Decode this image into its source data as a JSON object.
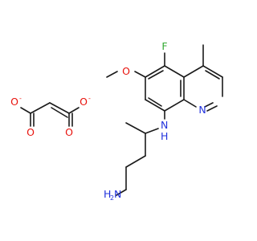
{
  "colors": {
    "bond": "#1a1a1a",
    "oxygen": "#e8120c",
    "nitrogen": "#2233dd",
    "fluorine": "#33aa33",
    "carbon": "#1a1a1a"
  },
  "labels": {
    "fluorine": "F",
    "methoxy_oxygen": "O",
    "ring_nitrogen": "N",
    "amine_n": "N",
    "amine_h": "H",
    "primary_amine_h2": "H",
    "primary_amine_2": "2",
    "primary_amine_n": "N",
    "carboxylate_o1_double": "O",
    "carboxylate_o1_single": "O",
    "carboxylate_o2_double": "O",
    "carboxylate_o2_single": "O",
    "charge_minus": "-"
  }
}
